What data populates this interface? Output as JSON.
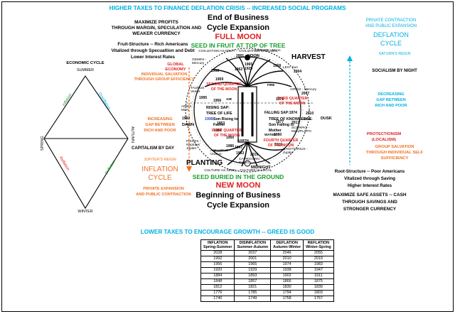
{
  "header_top": "HIGHER TAXES TO FINANCE DEFLATION CRISIS -- INCREASED SOCIAL PROGRAMS",
  "footer_top": "LOWER TAXES TO ENCOURAGE GROWTH -- GREED IS GOOD",
  "top_center": {
    "line1": "End of Business",
    "line2": "Cycle Expansion",
    "full_moon": "FULL MOON",
    "seed_fruit": "SEED IN FRUIT AT TOP OF TREE",
    "civ_fruit": "CIVILIZATION AS FRUIT -- CIVILIZATION IS GLOBAL"
  },
  "bottom_center": {
    "civ_seed": "CULTURE AS SEED -- CULTURE IS LOCAL",
    "seed_ground": "SEED BURIED IN THE GROUND",
    "new_moon": "NEW MOON",
    "line1": "Beginning of Business",
    "line2": "Cycle Expansion"
  },
  "upper_left": {
    "maximize": [
      "MAXIMIZE PROFITS",
      "THROUGH MARGIN, SPECULATION AND",
      "WEAKER CURRENCY"
    ],
    "fruit": [
      "Fruit-Structure -- Rich  Americans",
      "Vitalized through Specualtion and Debt",
      "Lower Interest Rates"
    ],
    "global": [
      "GLOBAL",
      "ECONOMY"
    ],
    "individual": [
      "INDIVIDUAL SALVATION",
      "THROUGH GROUP EFFICIENCY"
    ],
    "increasing": [
      "INCREASING",
      "GAP BETWEEN",
      "RICH AND POOR"
    ],
    "capitalism": "CAPITALISM BY DAY",
    "jupiter": "JUPITER'S REIGN",
    "inflation": [
      "INFLATION",
      "CYCLE"
    ],
    "private": [
      "PRIVATE EXPANSION",
      "AND PUBLIC CONTRACTION"
    ]
  },
  "upper_right": {
    "private": [
      "PRIVATE CONTRACTION",
      "AND PUBLIC EXPANSION"
    ],
    "deflation": [
      "DEFLATION",
      "CYCLE"
    ],
    "saturn": "SATURN'S REIGN",
    "socialism": "SOCIALISM BY NIGHT",
    "decreasing": [
      "DECREASING",
      "GAP BETWEEN",
      "RICH AND POOR"
    ],
    "protectionism": [
      "PROTECTIONISM",
      "(LOCALISM)"
    ],
    "group": [
      "GROUP SALVATION",
      "THROUGH INDIVIDUAL SELF",
      "SUFFICIENCY"
    ],
    "root": [
      "Root-Structure -- Poor Americans",
      "Vitalized through Saving",
      "Higher Interest Rates"
    ],
    "maximize": [
      "MAXIMIZE  SAFE ASSETS -- CASH",
      "THROUGH SAVINGS AND",
      "STRONGER CURRENCY"
    ]
  },
  "economic_cycle": {
    "title": "ECONOMIC CYCLE",
    "summer": "SUMMER",
    "winter": "WINTER",
    "spring": "SPRING",
    "autumn": "AUTUMN",
    "inflation": "Inflation",
    "disinflation": "Disinflation",
    "deflation": "Deflation",
    "reflation": "Reflation"
  },
  "wheel": {
    "harvest": "HARVEST",
    "planting": "PLANTING",
    "dawn": "DAWN",
    "dusk": "DUSK",
    "noon": "NOON",
    "midnight": "MIDNIGHT",
    "signs": {
      "cancer": "CANCER - Moon",
      "gemini": "GEMINI -\nMercury",
      "taurus": "TAURUS\nVenus",
      "aries": "ARIES\nMars",
      "pisces": "PISCES -\nNeptune/\nJupiter",
      "aquarius": "AQUARIUS -\nUranus",
      "capricorn": "CAPRICORN -\nSaturn",
      "sagittarius": "SAGITTARIUS -\nJupiter",
      "scorpio": "SCORPIO -\nMars/PLUTO",
      "libra": "LIBRA -",
      "virgo": "VIRGO - Mercury",
      "leo": "LEO- Sun"
    },
    "years": {
      "y2001": "2001",
      "y1998": "1998",
      "y1995": "1995",
      "y1992": "1992",
      "y1989": "1989",
      "y1986": "1986",
      "y1983": "1983",
      "y1980": "1980",
      "y1977": "1977",
      "y1974": "1974",
      "y2019": "2019",
      "y2016": "2016",
      "y2013": "2013",
      "y2010": "2010",
      "y2007": "2007",
      "y2004": "2004",
      "y1965": "1965",
      "y1929": "1929",
      "y1968": "1968",
      "y1947": "1947",
      "y1950": "1950",
      "y1953": "1953",
      "y1959": "1959",
      "y1971": "1971",
      "y1962": "1962",
      "y1956": "1956"
    },
    "second_quarter": [
      "SECOND QUARTER",
      "OF THE MOON"
    ],
    "third_quarter": [
      "THIRD QUARTER",
      "OF THE MOON"
    ],
    "first_quarter": [
      "FIRST QUARTER",
      "OF THE MOON"
    ],
    "fourth_quarter": [
      "FOURTH QUARTER",
      "OF THE MOON"
    ],
    "rising_sap": [
      "RISING SAP:",
      "TREE OF LIFE"
    ],
    "falling_sap": "FALLING SAP:1974",
    "tree_knowledge": [
      "TREE OF KNOWLEDGE",
      "Son Falling to",
      "Mother"
    ],
    "son_rising": [
      "Son Rising to",
      "Father"
    ],
    "earth": "EARTH",
    "water": "WATER",
    "air": "AIR",
    "fire": "FIRE",
    "y1998_blue": "1998"
  },
  "table": {
    "headers": [
      {
        "name": "INFLATION",
        "sub": "Spring-Summer"
      },
      {
        "name": "DISINFLATION",
        "sub": "Summer-Autumn"
      },
      {
        "name": "DEFLATION",
        "sub": "Autumn-Winter"
      },
      {
        "name": "REFLATION",
        "sub": "Winter-Spring"
      }
    ],
    "rows": [
      [
        "2028",
        "2037",
        "2046",
        "2055"
      ],
      [
        "1992",
        "2001",
        "2010",
        "2019"
      ],
      [
        "1956",
        "1965",
        "1974",
        "1983"
      ],
      [
        "1920",
        "1929",
        "1938",
        "1947"
      ],
      [
        "1884",
        "1893",
        "1902",
        "1911"
      ],
      [
        "1848",
        "1857",
        "1866",
        "1875"
      ],
      [
        "1812",
        "1821",
        "1830",
        "1839"
      ],
      [
        "1776",
        "1785",
        "1794",
        "1803"
      ],
      [
        "1740",
        "1749",
        "1758",
        "1767"
      ]
    ]
  },
  "colors": {
    "cyan": "#00b0e0",
    "orange": "#f07020",
    "red": "#e02020",
    "green": "#1aa030"
  }
}
